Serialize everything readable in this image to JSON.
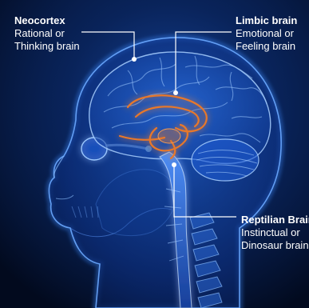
{
  "labels": {
    "neocortex": {
      "title": "Neocortex",
      "line1": "Rational or",
      "line2": "Thinking brain"
    },
    "limbic": {
      "title": "Limbic brain",
      "line1": "Emotional or",
      "line2": "Feeling brain"
    },
    "reptilian": {
      "title": "Reptilian Brain",
      "line1": "Instinctual or",
      "line2": "Dinosaur brain"
    }
  },
  "colors": {
    "background_dark": "#020a1e",
    "background_glow": "#1b4fb0",
    "head_glow": "#2f7df0",
    "brain_light": "#7fb4ff",
    "limbic_orange": "#e8782a",
    "leader_line": "#ffffff",
    "text": "#ffffff"
  }
}
